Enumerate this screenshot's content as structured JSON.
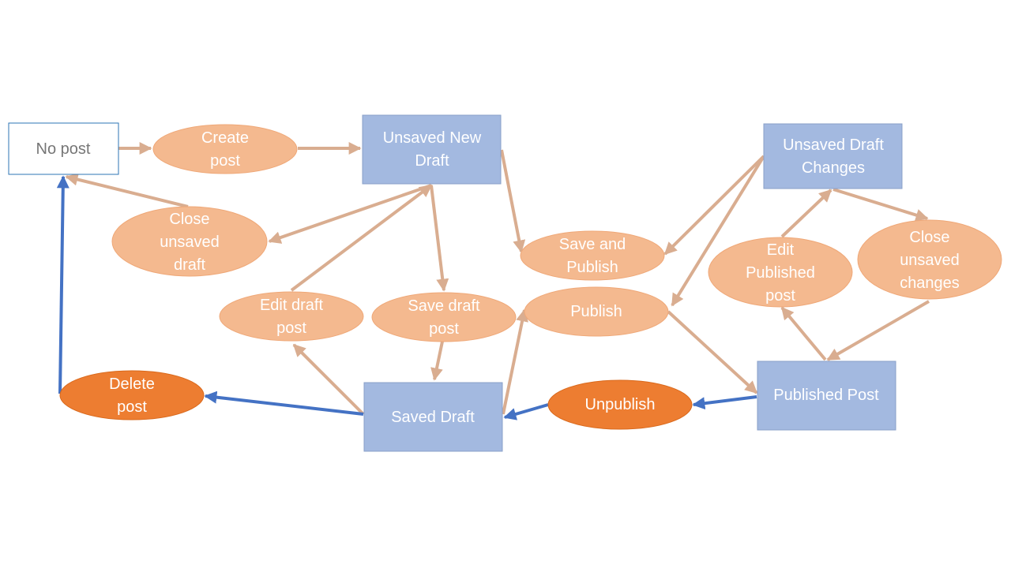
{
  "diagram": {
    "colors": {
      "state_fill": "#a3b9e0",
      "state_stroke": "#8aa0c8",
      "start_fill": "#ffffff",
      "start_stroke": "#2e75b6",
      "start_text": "#767676",
      "state_text": "#ffffff",
      "action_fill": "#f4b98f",
      "action_stroke": "#efa878",
      "danger_fill": "#ed7d31",
      "danger_stroke": "#d9691c",
      "arrow_tan": "#d9ad90",
      "arrow_blue": "#4472c4"
    },
    "nodes": {
      "no_post": {
        "lines": [
          "No post"
        ]
      },
      "unsaved_new_draft": {
        "lines": [
          "Unsaved New",
          "Draft"
        ]
      },
      "unsaved_draft_changes": {
        "lines": [
          "Unsaved Draft",
          "Changes"
        ]
      },
      "saved_draft": {
        "lines": [
          "Saved Draft"
        ]
      },
      "published_post": {
        "lines": [
          "Published Post"
        ]
      },
      "create_post": {
        "lines": [
          "Create",
          "post"
        ]
      },
      "close_unsaved_draft": {
        "lines": [
          "Close",
          "unsaved",
          "draft"
        ]
      },
      "edit_draft_post": {
        "lines": [
          "Edit draft",
          "post"
        ]
      },
      "save_draft_post": {
        "lines": [
          "Save draft",
          "post"
        ]
      },
      "save_and_publish": {
        "lines": [
          "Save and",
          "Publish"
        ]
      },
      "publish": {
        "lines": [
          "Publish"
        ]
      },
      "edit_published_post": {
        "lines": [
          "Edit",
          "Published",
          "post"
        ]
      },
      "close_unsaved_changes": {
        "lines": [
          "Close",
          "unsaved",
          "changes"
        ]
      },
      "delete_post": {
        "lines": [
          "Delete",
          "post"
        ]
      },
      "unpublish": {
        "lines": [
          "Unpublish"
        ]
      }
    }
  }
}
